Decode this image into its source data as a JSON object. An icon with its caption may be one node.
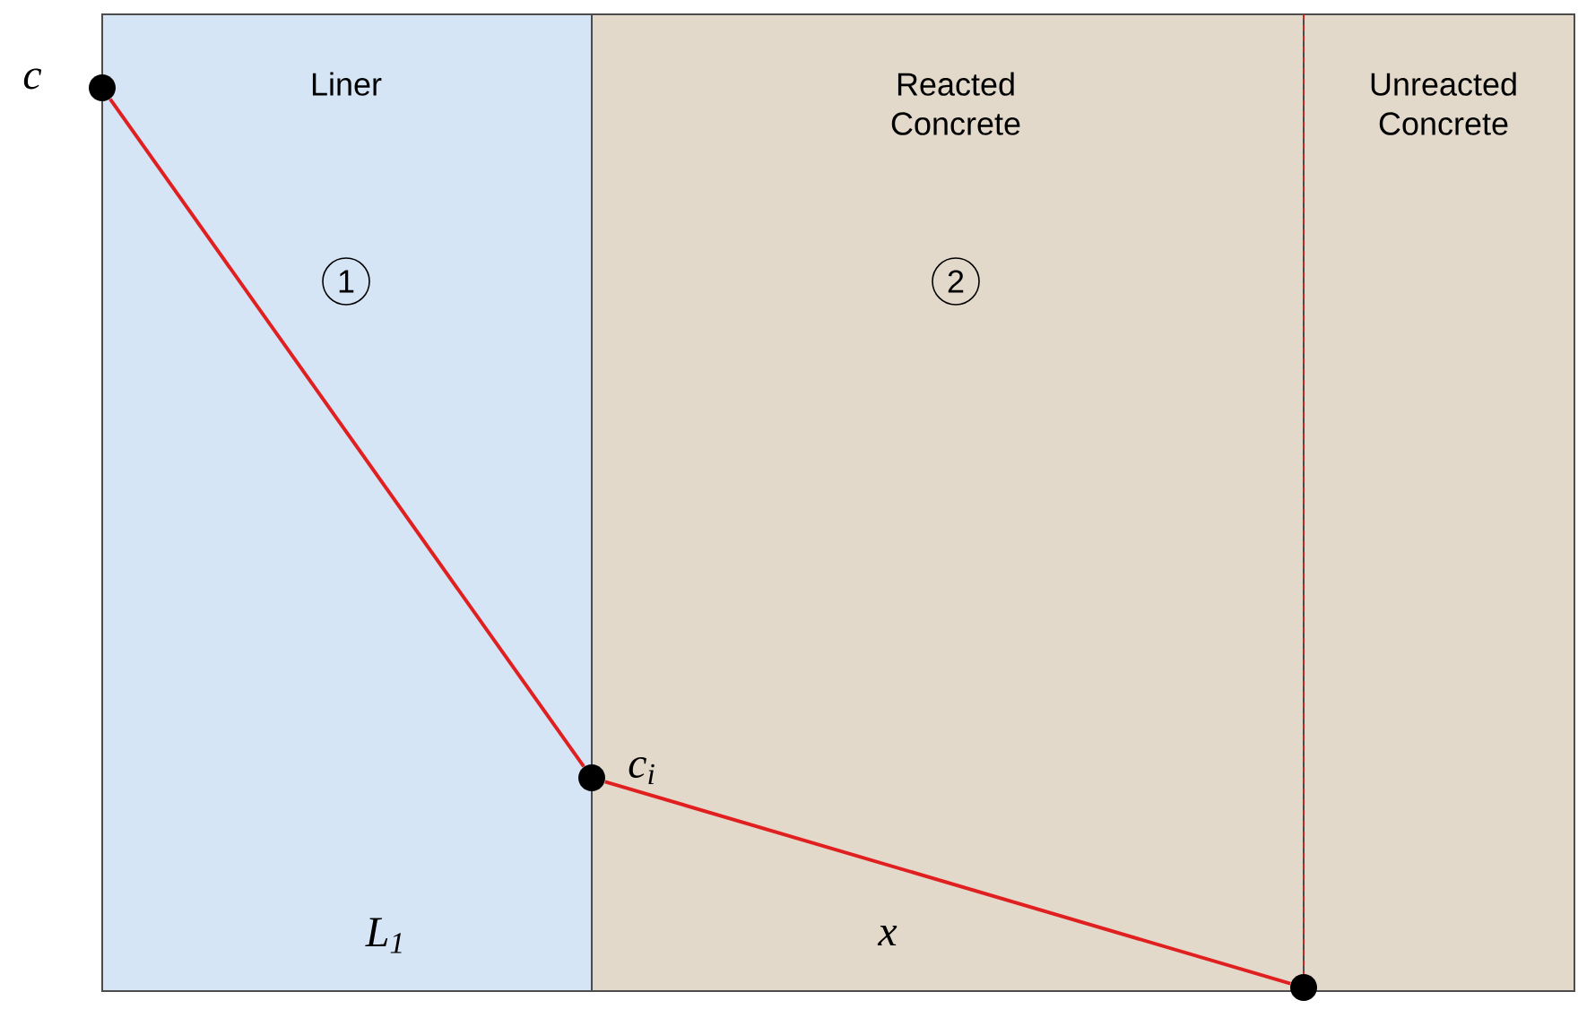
{
  "diagram": {
    "nodes": [
      {
        "text": [],
        "shape": "circle",
        "beside": [
          "c"
        ]
      },
      {
        "text": [],
        "shape": "circle",
        "beside": [
          "c$_{i}$"
        ]
      },
      {
        "text": [],
        "shape": "circle"
      }
    ],
    "edges": [
      {
        "from": 0,
        "to": 1,
        "arrow": "none"
      },
      {
        "from": 1,
        "to": 2,
        "arrow": "none"
      }
    ],
    "labels": [
      "Liner",
      "1",
      "Reacted Concrete",
      "2",
      "Unreacted Concrete",
      "L$_{1}$",
      "x"
    ]
  }
}
